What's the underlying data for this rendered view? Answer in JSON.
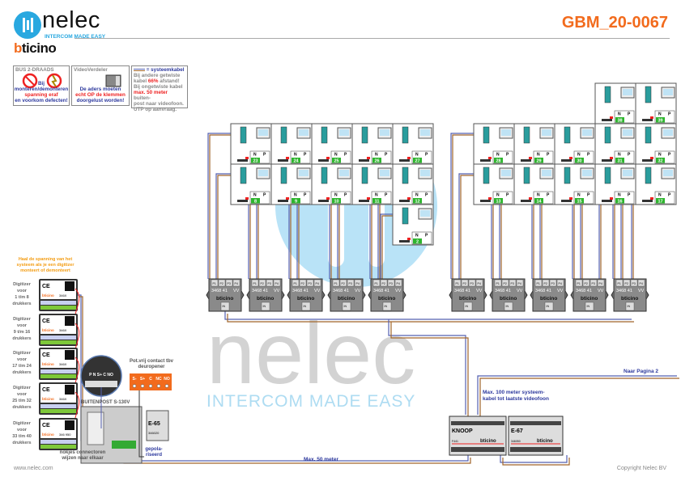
{
  "header": {
    "brand": "nelec",
    "tagline": "INTERCOM MADE EASY",
    "brand2_b": "b",
    "brand2_rest": "ticino",
    "doc_id": "GBM_20-0067"
  },
  "notes": {
    "bus": {
      "title": "BUS 2-DRAADS",
      "l1": "Bij monteren/demonteren",
      "l2": "spanning eraf",
      "l3": "en voorkom defecten!"
    },
    "video": {
      "title": "VideoVerdeler",
      "l1": "De aders moeten",
      "l2": "echt OP de klemmen",
      "l3": "doorgelust worden!"
    },
    "cable": {
      "l0": "= systeemkabel",
      "l1": "Bij andere getwiste",
      "l2a": "kabel ",
      "l2b": "66%",
      "l2c": " afstand!",
      "l3": "Bij ongetwiste kabel",
      "l4a": "max. 50 meter",
      "l4b": " buiten-",
      "l5": "post naar videofoon.",
      "l6": "UTP op aanvraag."
    }
  },
  "digitizer_warning": "Haal de spanning van het systeem als je een digitizer monteert of demonteert",
  "digitizers": [
    {
      "label": "Digitizer voor 1 t/m 8 drukkers",
      "code": "346X"
    },
    {
      "label": "Digitizer voor 9 t/m 16 drukkers",
      "code": "346X"
    },
    {
      "label": "Digitizer voor 17 t/m 24 drukkers",
      "code": "346X"
    },
    {
      "label": "Digitizer voor 25 t/m 32 drukkers",
      "code": "346X"
    },
    {
      "label": "Digitizer voor 33 t/m 40 drukkers",
      "code": "346 950"
    }
  ],
  "notch_note": "nokjes connectoren wijzen naar elkaar",
  "outdoor": {
    "label": "BUITENPOST S-130V",
    "terminals": "P N S+ C NO",
    "contact_label": "Pot.vrij contact tbv deuropener",
    "contact_terminals": [
      "S-",
      "S+",
      "C",
      "NC",
      "NO"
    ],
    "psu": "E-65",
    "psu_code": "346020",
    "polarised": "gepola-riseerd"
  },
  "phones_left": {
    "top": [
      "23",
      "24",
      "25",
      "26",
      "27"
    ],
    "bottom": [
      "8",
      "9",
      "10",
      "11",
      "12"
    ],
    "extra": "2"
  },
  "phones_right": {
    "top": [
      "38",
      "39"
    ],
    "middle": [
      "28",
      "29",
      "30",
      "31",
      "32"
    ],
    "bottom": [
      "13",
      "14",
      "15",
      "16",
      "17"
    ]
  },
  "phone_cols": {
    "n": "N",
    "p": "P"
  },
  "distributor": {
    "code": "3468 41",
    "vv": "VV",
    "ports": [
      "P1",
      "P2",
      "P3",
      "P4"
    ],
    "in": "IN",
    "brand": "bticino"
  },
  "knoop": {
    "label": "KNOOP",
    "code": "F441"
  },
  "e67": {
    "label": "E-67",
    "code": "346050"
  },
  "annotations": {
    "page2": "Naar Pagina 2",
    "max100": "Max. 100 meter systeem-kabel tot laatste videofoon",
    "max50": "Max. 50 meter"
  },
  "watermark": {
    "big": "nelec",
    "small": "INTERCOM MADE EASY"
  },
  "footer": {
    "left": "www.nelec.com",
    "right": "Copyright Nelec BV"
  },
  "colors": {
    "accent": "#f26b1d",
    "wire_blue": "#5560b0",
    "wire_brown": "#a0652a",
    "green": "#2db52d",
    "teal": "#2a9d9d"
  }
}
